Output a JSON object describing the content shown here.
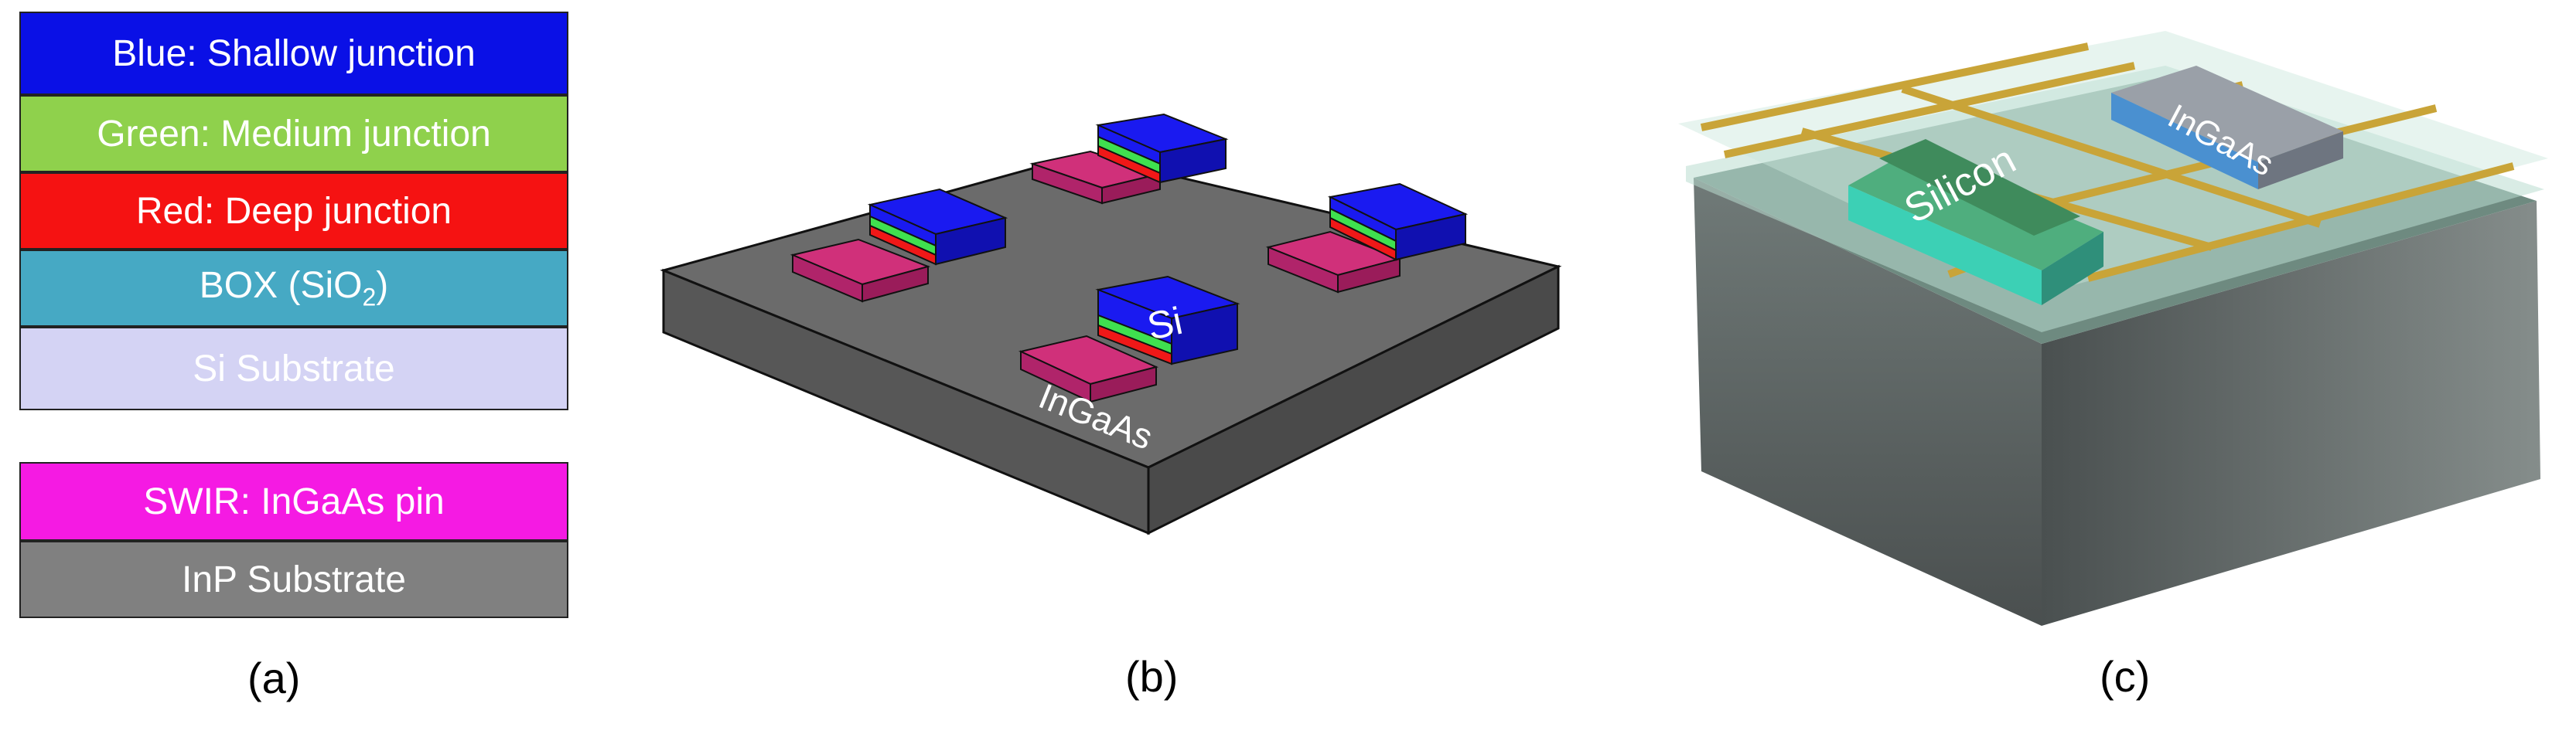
{
  "panel_a": {
    "layers": [
      {
        "label": "Blue: Shallow junction",
        "color": "#0a10e6",
        "text_color": "#ffffff"
      },
      {
        "label": "Green: Medium junction",
        "color": "#8fd14c",
        "text_color": "#ffffff"
      },
      {
        "label": "Red: Deep junction",
        "color": "#f51212",
        "text_color": "#ffffff"
      },
      {
        "label": "BOX (SiO2)",
        "color": "#46a9c4",
        "text_color": "#ffffff"
      },
      {
        "label": "Si Substrate",
        "color": "#d4d3f4",
        "text_color": "#ffffff"
      }
    ],
    "box_main": "BOX (SiO",
    "box_sub": "2",
    "box_close": ")",
    "lower_layers": [
      {
        "label": "SWIR: InGaAs pin",
        "color": "#f51ae3",
        "text_color": "#ffffff"
      },
      {
        "label": "InP Substrate",
        "color": "#808080",
        "text_color": "#ffffff"
      }
    ],
    "caption": "(a)"
  },
  "panel_b": {
    "si_label": "Si",
    "ingaas_label": "InGaAs",
    "caption": "(b)",
    "colors": {
      "substrate_top": "#6b6b6b",
      "substrate_side": "#5a5a5a",
      "blue": "#1a1af0",
      "green": "#3fe04f",
      "red": "#f01818",
      "ingaas": "#d0307a"
    }
  },
  "panel_c": {
    "silicon_label": "Silicon",
    "ingaas_label": "InGaAs",
    "caption": "(c)",
    "colors": {
      "block": "#6f7f7b",
      "glass": "#b9ddd0",
      "wire": "#c9a438",
      "silicon": "#4e9a6a",
      "ingaas": "#9aa0a8"
    }
  }
}
